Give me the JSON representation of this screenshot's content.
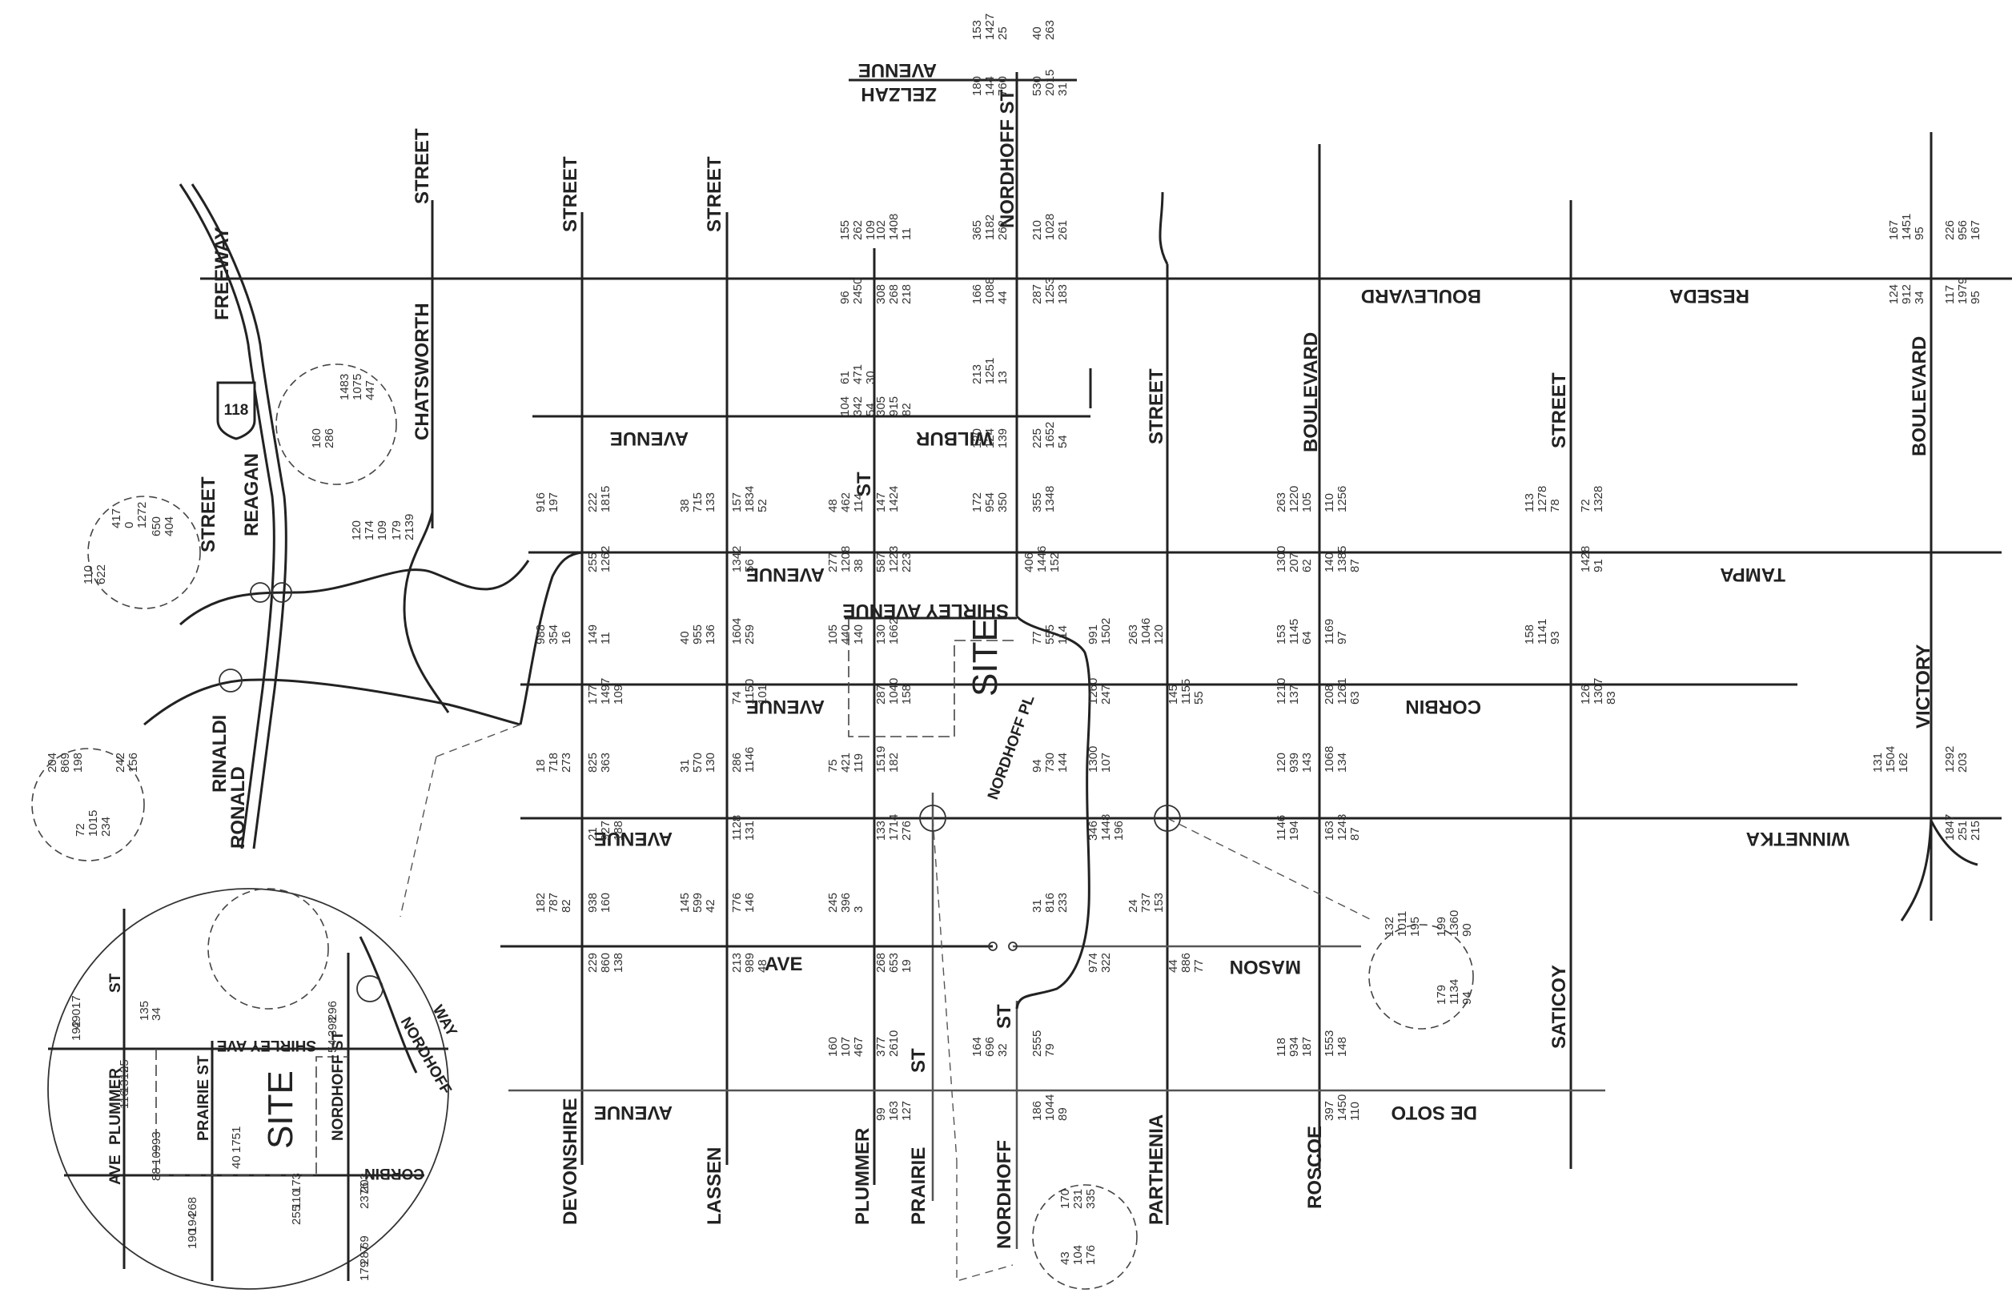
{
  "map": {
    "freeway_shield": "118",
    "streets": {
      "freeway": "FREEWAY",
      "reagan": "REAGAN",
      "ronald": "RONALD",
      "rinaldi": "RINALDI",
      "street_chatsworth": "STREET",
      "chatsworth": "CHATSWORTH",
      "devonshire": "DEVONSHIRE",
      "devonshire_street": "STREET",
      "lassen": "LASSEN",
      "lassen_street": "STREET",
      "plummer": "PLUMMER",
      "prairie": "PRAIRIE",
      "nordhoff": "NORDHOFF",
      "nordhoff_st": "NORDHOFF ST",
      "nordhoff_pl": "NORDHOFF PL",
      "zelzah": "ZELZAH",
      "zelzah_avenue": "AVENUE",
      "reseda": "RESEDA",
      "reseda_boulevard": "BOULEVARD",
      "wilbur": "WILBUR",
      "wilbur_avenue": "AVENUE",
      "st": "ST",
      "shirley_avenue": "SHIRLEY AVENUE",
      "corbin": "CORBIN",
      "corbin_avenue": "AVENUE",
      "tampa": "TAMPA",
      "tampa_avenue": "AVENUE",
      "winnetka": "WINNETKA",
      "winnetka_avenue": "AVENUE",
      "mason": "MASON",
      "ave": "AVE",
      "parthenia": "PARTHENIA",
      "parthenia_street": "STREET",
      "roscoe": "ROSCOE",
      "roscoe_boulevard": "BOULEVARD",
      "saticoy": "SATICOY",
      "saticoy_street": "STREET",
      "victory": "VICTORY",
      "victory_boulevard": "BOULEVARD",
      "de_soto": "DE SOTO",
      "de_soto_avenue": "AVENUE",
      "plummer_st": "ST"
    },
    "site_label": "SITE",
    "inset": {
      "site_label": "SITE",
      "streets": {
        "plummer": "PLUMMER",
        "prairie_st": "PRAIRIE ST",
        "nordhoff_st": "NORDHOFF ST",
        "shirley_ave": "SHIRLEY AVE",
        "corbin": "CORBIN",
        "nordhoff_way": "NORDHOFF",
        "way": "WAY",
        "ave": "AVE",
        "st": "ST",
        "st2": "ST"
      },
      "volumes": [
        "17",
        "490",
        "192",
        "135",
        "34",
        "25",
        "1313",
        "116",
        "93",
        "109",
        "88",
        "268",
        "194",
        "190",
        "1751",
        "40",
        "173",
        "110",
        "255",
        "203",
        "2376",
        "69",
        "287",
        "179",
        "296",
        "398",
        "54"
      ]
    },
    "volumes": [
      [
        "153",
        "1427",
        "25"
      ],
      [
        "40",
        "263"
      ],
      [
        "180",
        "144",
        "760"
      ],
      [
        "530",
        "2015",
        "31"
      ],
      [
        "155",
        "262",
        "109"
      ],
      [
        "102",
        "1408",
        "11"
      ],
      [
        "365",
        "1182",
        "262"
      ],
      [
        "210",
        "1028",
        "261"
      ],
      [
        "96",
        "2450"
      ],
      [
        "308",
        "268",
        "218"
      ],
      [
        "166",
        "1088",
        "44"
      ],
      [
        "287",
        "1253",
        "183"
      ],
      [
        "61",
        "471",
        "30"
      ],
      [
        "213",
        "1251",
        "13"
      ],
      [
        "167",
        "1451",
        "95"
      ],
      [
        "226",
        "956",
        "167"
      ],
      [
        "104",
        "342",
        "54"
      ],
      [
        "305",
        "915",
        "82"
      ],
      [
        "120",
        "124",
        "139"
      ],
      [
        "225",
        "1652",
        "54"
      ],
      [
        "124",
        "912",
        "34"
      ],
      [
        "117",
        "1979",
        "95"
      ],
      [
        "916",
        "197"
      ],
      [
        "222",
        "1815"
      ],
      [
        "38",
        "715",
        "133"
      ],
      [
        "157",
        "1834",
        "52"
      ],
      [
        "48",
        "462",
        "114"
      ],
      [
        "147",
        "1424"
      ],
      [
        "172",
        "954",
        "350"
      ],
      [
        "355",
        "1348"
      ],
      [
        "263",
        "1220",
        "105"
      ],
      [
        "110",
        "1256"
      ],
      [
        "113",
        "1278",
        "78"
      ],
      [
        "72",
        "1328"
      ],
      [
        "120",
        "174",
        "109"
      ],
      [
        "179",
        "2139"
      ],
      [
        "255",
        "1262"
      ],
      [
        "1342",
        "56"
      ],
      [
        "277",
        "1208",
        "38"
      ],
      [
        "587",
        "1223",
        "223"
      ],
      [
        "406",
        "1446",
        "152"
      ],
      [
        "1300",
        "207",
        "62"
      ],
      [
        "140",
        "1385",
        "87"
      ],
      [
        "1428",
        "91"
      ],
      [
        "988",
        "354",
        "16"
      ],
      [
        "149",
        "11"
      ],
      [
        "40",
        "955",
        "136"
      ],
      [
        "1604",
        "259"
      ],
      [
        "105",
        "440",
        "140"
      ],
      [
        "130",
        "1662"
      ],
      [
        "77",
        "555",
        "114"
      ],
      [
        "991",
        "1502"
      ],
      [
        "263",
        "1046",
        "120"
      ],
      [
        "153",
        "1145",
        "64"
      ],
      [
        "1169",
        "97"
      ],
      [
        "158",
        "1141",
        "93"
      ],
      [
        "177",
        "1497",
        "109"
      ],
      [
        "74",
        "1150",
        "101"
      ],
      [
        "287",
        "1040",
        "158"
      ],
      [
        "1260",
        "247"
      ],
      [
        "145",
        "1155",
        "55"
      ],
      [
        "1210",
        "137"
      ],
      [
        "208",
        "1261",
        "63"
      ],
      [
        "126",
        "1307",
        "83"
      ],
      [
        "18",
        "718",
        "273"
      ],
      [
        "825",
        "363"
      ],
      [
        "31",
        "570",
        "130"
      ],
      [
        "286",
        "1146"
      ],
      [
        "75",
        "421",
        "119"
      ],
      [
        "1519",
        "182"
      ],
      [
        "94",
        "730",
        "144"
      ],
      [
        "1300",
        "107"
      ],
      [
        "120",
        "939",
        "143"
      ],
      [
        "1068",
        "134"
      ],
      [
        "131",
        "1504",
        "162"
      ],
      [
        "1292",
        "203"
      ],
      [
        "21",
        "927",
        "188"
      ],
      [
        "1128",
        "131"
      ],
      [
        "133",
        "1714",
        "276"
      ],
      [
        "346",
        "1448",
        "196"
      ],
      [
        "1146",
        "194"
      ],
      [
        "163",
        "1243",
        "87"
      ],
      [
        "1847",
        "251",
        "215"
      ],
      [
        "182",
        "787",
        "82"
      ],
      [
        "938",
        "160"
      ],
      [
        "145",
        "599",
        "42"
      ],
      [
        "776",
        "146"
      ],
      [
        "245",
        "396",
        "3"
      ],
      [
        "31",
        "816",
        "233"
      ],
      [
        "24",
        "737",
        "153"
      ],
      [
        "229",
        "860",
        "138"
      ],
      [
        "213",
        "989",
        "48"
      ],
      [
        "268",
        "653",
        "19"
      ],
      [
        "974",
        "322"
      ],
      [
        "44",
        "886",
        "77"
      ],
      [
        "132",
        "1011",
        "195"
      ],
      [
        "199",
        "1360",
        "90"
      ],
      [
        "179",
        "1134",
        "94"
      ],
      [
        "160",
        "107",
        "467"
      ],
      [
        "377",
        "2610"
      ],
      [
        "164",
        "696",
        "32"
      ],
      [
        "2555",
        "79"
      ],
      [
        "118",
        "934",
        "187"
      ],
      [
        "1553",
        "148"
      ],
      [
        "99",
        "163",
        "127"
      ],
      [
        "186",
        "1044",
        "89"
      ],
      [
        "397",
        "1450",
        "110"
      ],
      [
        "170",
        "231",
        "335"
      ],
      [
        "43",
        "104",
        "176"
      ],
      [
        "204",
        "869",
        "198"
      ],
      [
        "72",
        "1015",
        "234"
      ],
      [
        "242",
        "156"
      ],
      [
        "417",
        "0",
        "1272"
      ],
      [
        "110",
        "622"
      ],
      [
        "650",
        "404"
      ],
      [
        "1483",
        "1075",
        "447"
      ],
      [
        "160",
        "286"
      ]
    ]
  }
}
